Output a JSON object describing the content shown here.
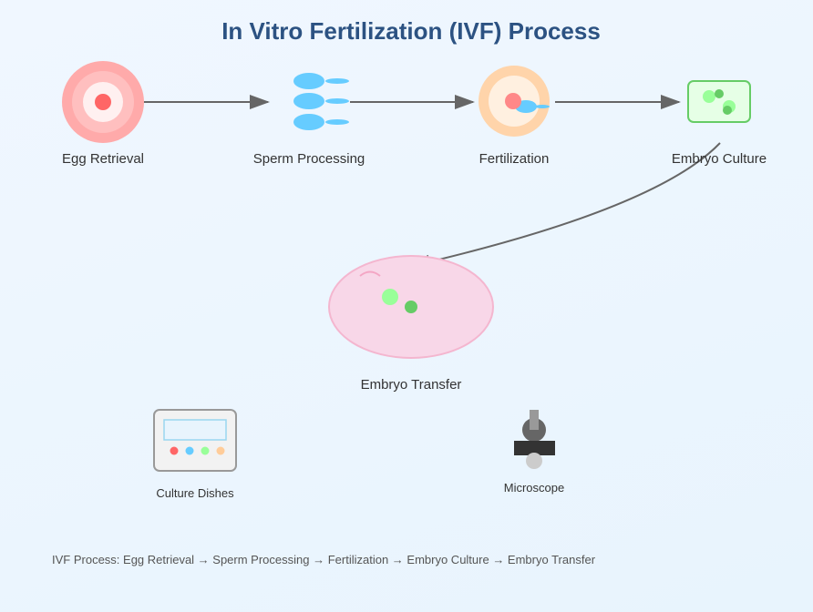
{
  "title": "In Vitro Fertilization (IVF) Process",
  "steps": [
    {
      "id": "egg-retrieval",
      "label": "Egg Retrieval",
      "icon": "egg-icon"
    },
    {
      "id": "sperm-processing",
      "label": "Sperm Processing",
      "icon": "sperm-icon"
    },
    {
      "id": "fertilization",
      "label": "Fertilization",
      "icon": "fertilized-egg-icon"
    },
    {
      "id": "embryo-culture",
      "label": "Embryo Culture",
      "icon": "culture-dish-icon"
    },
    {
      "id": "embryo-transfer",
      "label": "Embryo Transfer",
      "icon": "uterus-icon"
    }
  ],
  "tools": [
    {
      "id": "culture-dishes",
      "label": "Culture Dishes",
      "icon": "incubator-icon"
    },
    {
      "id": "microscope",
      "label": "Microscope",
      "icon": "microscope-icon"
    }
  ],
  "footer": "IVF Process: Egg Retrieval → Sperm Processing → Fertilization → Embryo Culture → Embryo Transfer",
  "colors": {
    "title": "#2c5282",
    "arrow": "#666666",
    "egg_outer": "#ffaaaa",
    "egg_mid": "#ffbfbf",
    "egg_inner": "#fff0f0",
    "egg_nucleus": "#ff6666",
    "sperm": "#66ccff",
    "fertilization_outer": "#ffd4aa",
    "fertilization_inner": "#fff0e0",
    "culture_fill": "#e6ffe6",
    "culture_stroke": "#66cc66",
    "embryo_light": "#99ff99",
    "embryo_dark": "#66cc66",
    "uterus_fill": "#f8d7e8",
    "uterus_stroke": "#f4b6cf",
    "dish_dot_colors": [
      "#ff6666",
      "#66ccff",
      "#99ff99",
      "#ffcc99"
    ],
    "microscope_dark": "#333333",
    "microscope_mid": "#666666",
    "microscope_light": "#999999",
    "microscope_lens": "#cccccc"
  }
}
